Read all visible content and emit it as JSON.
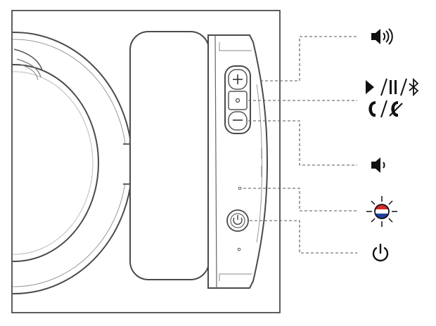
{
  "diagram": {
    "subject": "headphone-earcup-side-controls",
    "controls": [
      {
        "id": "volume-up",
        "icon": "speaker-loud-icon"
      },
      {
        "id": "multifunction",
        "icon": "play-pause-bluetooth-call-icons"
      },
      {
        "id": "volume-down",
        "icon": "speaker-soft-icon"
      },
      {
        "id": "led-indicator",
        "icon": "led-light-icon",
        "colors": [
          "#d62b2b",
          "#ffffff",
          "#1f3fa0"
        ]
      },
      {
        "id": "power",
        "icon": "power-icon"
      }
    ],
    "line_color": "#555555",
    "outline_color": "#4a4a4a"
  }
}
